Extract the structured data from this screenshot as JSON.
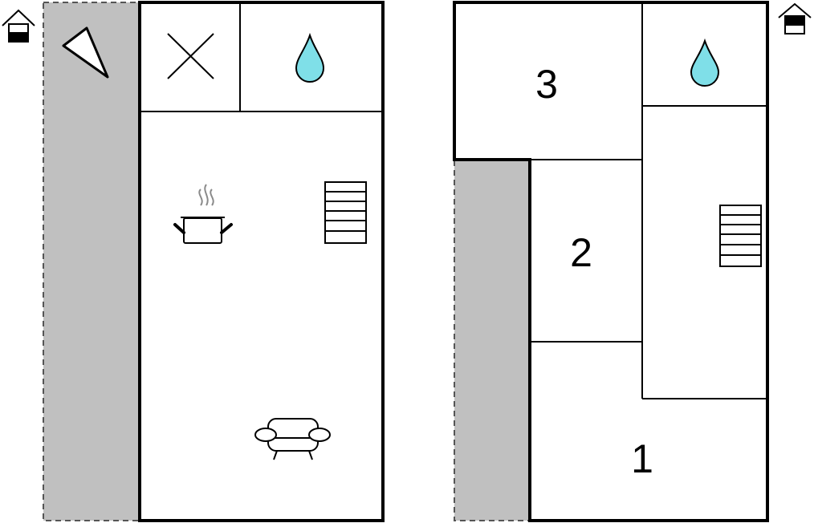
{
  "floors": [
    {
      "id": "ground-floor",
      "level": "lower",
      "rooms": [
        {
          "id": "wc",
          "icon": "toilet-icon"
        },
        {
          "id": "bathroom",
          "icon": "water-drop-icon"
        },
        {
          "id": "kitchen-living",
          "icons": [
            "cooking-pot-icon",
            "staircase-icon",
            "sofa-icon"
          ]
        }
      ],
      "outdoor": {
        "type": "terrace",
        "icon": "compass-icon"
      }
    },
    {
      "id": "upper-floor",
      "level": "upper",
      "rooms": [
        {
          "id": "bedroom-3",
          "label": "3"
        },
        {
          "id": "bathroom-upper",
          "icon": "water-drop-icon"
        },
        {
          "id": "bedroom-2",
          "label": "2"
        },
        {
          "id": "hall",
          "icon": "staircase-icon"
        },
        {
          "id": "bedroom-1",
          "label": "1"
        }
      ],
      "outdoor": {
        "type": "terrace"
      }
    }
  ],
  "colors": {
    "wall": "#000000",
    "terrace": "#c0c0c0",
    "water": "#7fdfe8",
    "steam": "#8a8a8a",
    "background": "#ffffff"
  }
}
